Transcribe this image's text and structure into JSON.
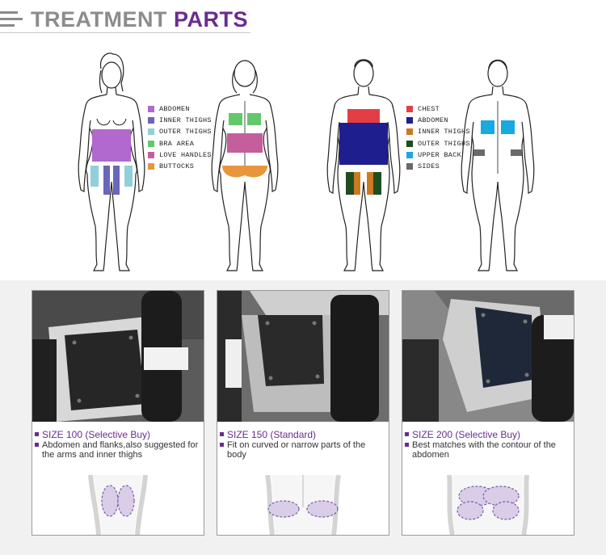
{
  "header": {
    "title_part1": "TREATMENT",
    "title_part2": "PARTS"
  },
  "female_legend": [
    {
      "label": "ABDOMEN",
      "color": "#b168cf"
    },
    {
      "label": "INNER THIGHS",
      "color": "#6a66b9"
    },
    {
      "label": "OUTER THIGHS",
      "color": "#8fd0d9"
    },
    {
      "label": "BRA AREA",
      "color": "#63c86c"
    },
    {
      "label": "LOVE HANDLES",
      "color": "#c45e9d"
    },
    {
      "label": "BUTTOCKS",
      "color": "#e7963d"
    }
  ],
  "male_legend": [
    {
      "label": "CHEST",
      "color": "#e43e45"
    },
    {
      "label": "ABDOMEN",
      "color": "#1f1e8f"
    },
    {
      "label": "INNER THIGHS",
      "color": "#cc7a22"
    },
    {
      "label": "OUTER THIGHS",
      "color": "#1f4d1f"
    },
    {
      "label": "UPPER BACK",
      "color": "#1aa8e0"
    },
    {
      "label": "SIDES",
      "color": "#6a6a6a"
    }
  ],
  "cards": [
    {
      "size": "SIZE 100 (Selective Buy)",
      "desc": "Abdomen and flanks,also suggested for the arms and inner thighs"
    },
    {
      "size": "SIZE 150 (Standard)",
      "desc": "Fit on curved or narrow parts of the body"
    },
    {
      "size": "SIZE 200 (Selective Buy)",
      "desc": "Best matches with the contour of the abdomen"
    }
  ],
  "colors": {
    "accent": "#6a2c8f",
    "title_gray": "#8c8c8c"
  }
}
